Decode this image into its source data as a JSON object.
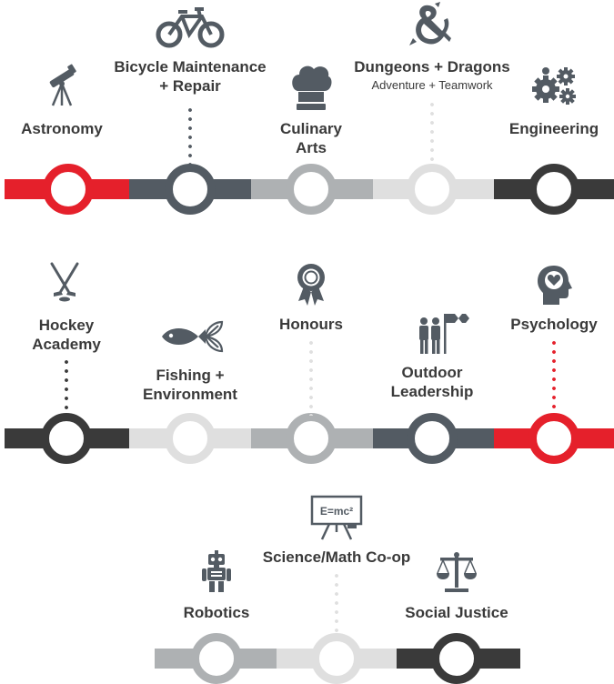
{
  "colors": {
    "red": "#e5202b",
    "slate": "#535b63",
    "gray": "#aeb1b3",
    "light": "#dfdfdf",
    "dark": "#3a3a3a"
  },
  "rows": [
    {
      "items": [
        {
          "label1": "Astronomy",
          "label2": "",
          "sub": "",
          "icon": "telescope-icon",
          "color": "red"
        },
        {
          "label1": "Bicycle Maintenance",
          "label2": "+ Repair",
          "sub": "",
          "icon": "bicycle-icon",
          "color": "slate"
        },
        {
          "label1": "Culinary",
          "label2": "Arts",
          "sub": "",
          "icon": "chef-hat-icon",
          "color": "gray"
        },
        {
          "label1": "Dungeons + Dragons",
          "label2": "",
          "sub": "Adventure + Teamwork",
          "icon": "dragon-ampersand-icon",
          "color": "light"
        },
        {
          "label1": "Engineering",
          "label2": "",
          "sub": "",
          "icon": "gears-icon",
          "color": "dark"
        }
      ]
    },
    {
      "items": [
        {
          "label1": "Hockey",
          "label2": "Academy",
          "sub": "",
          "icon": "hockey-sticks-icon",
          "color": "dark"
        },
        {
          "label1": "Fishing +",
          "label2": "Environment",
          "sub": "",
          "icon": "fish-icon",
          "color": "light"
        },
        {
          "label1": "Honours",
          "label2": "",
          "sub": "",
          "icon": "award-ribbon-icon",
          "color": "gray"
        },
        {
          "label1": "Outdoor",
          "label2": "Leadership",
          "sub": "",
          "icon": "hikers-flag-icon",
          "color": "slate"
        },
        {
          "label1": "Psychology",
          "label2": "",
          "sub": "",
          "icon": "head-heart-icon",
          "color": "red"
        }
      ]
    },
    {
      "items": [
        {
          "label1": "Robotics",
          "label2": "",
          "sub": "",
          "icon": "robot-icon",
          "color": "gray"
        },
        {
          "label1": "Science/Math Co-op",
          "label2": "",
          "sub": "",
          "icon": "chalkboard-icon",
          "color": "light"
        },
        {
          "label1": "Social Justice",
          "label2": "",
          "sub": "",
          "icon": "scales-icon",
          "color": "dark"
        }
      ]
    }
  ],
  "chalkboard_text": "E=mc²"
}
